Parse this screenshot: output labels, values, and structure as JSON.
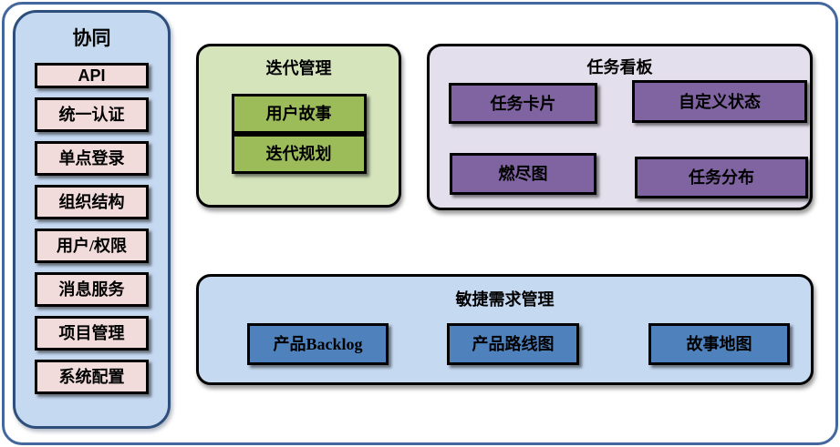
{
  "colors": {
    "frame-border": "#44679D",
    "sidebar-bg": "#C5D9F1",
    "sidebar-border": "#2E4E7C",
    "pink": "#F2DCDB",
    "green-panel": "#D6E4BC",
    "green": "#9CBB59",
    "purple-panel": "#E4DFEC",
    "purple": "#8064A2",
    "blue-panel": "#C5D9F1",
    "blue": "#4F81BD"
  },
  "sidebar": {
    "title": "协同",
    "items": [
      "API",
      "统一认证",
      "单点登录",
      "组织结构",
      "用户/权限",
      "消息服务",
      "项目管理",
      "系统配置"
    ]
  },
  "panels": {
    "iteration": {
      "title": "迭代管理",
      "items": [
        "用户故事",
        "迭代规划"
      ]
    },
    "kanban": {
      "title": "任务看板",
      "items": [
        "任务卡片",
        "自定义状态",
        "燃尽图",
        "任务分布"
      ]
    },
    "requirements": {
      "title": "敏捷需求管理",
      "items": [
        "产品Backlog",
        "产品路线图",
        "故事地图"
      ]
    }
  }
}
